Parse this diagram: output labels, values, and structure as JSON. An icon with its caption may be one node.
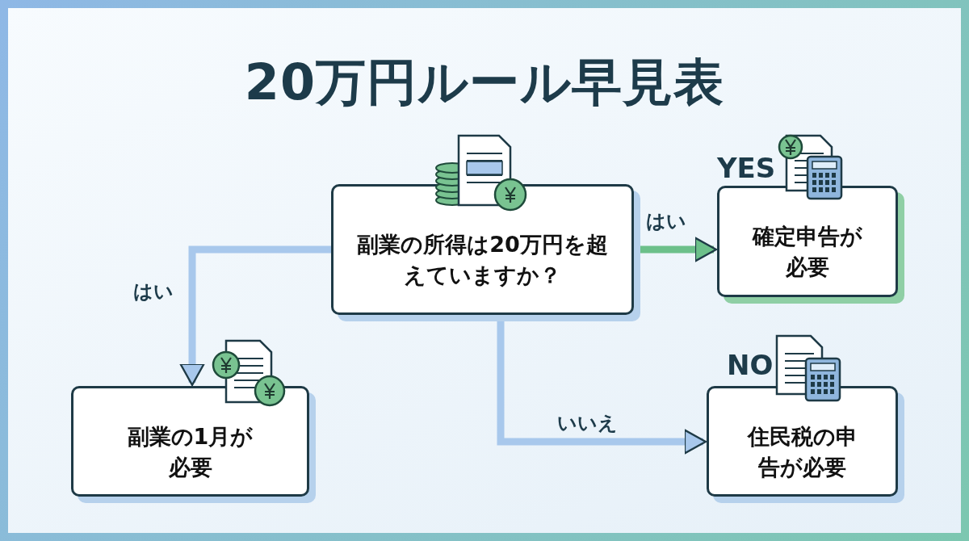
{
  "diagram": {
    "title": "20万円ルール早見表",
    "nodes": [
      {
        "text": [
          "副業の所得は20万円を超えていますか？"
        ]
      },
      {
        "text": [
          "確定申告が必要"
        ],
        "beside": [
          "YES"
        ]
      },
      {
        "text": [
          "副業の1月が必要"
        ]
      },
      {
        "text": [
          "住民税の申告が必要"
        ],
        "beside": [
          "NO"
        ]
      }
    ],
    "edges": [
      {
        "from": 0,
        "to": 1,
        "arrow": "to",
        "label": "はい",
        "color": "#6cc08a"
      },
      {
        "from": 0,
        "to": 2,
        "arrow": "to",
        "label": "はい"
      },
      {
        "from": 0,
        "to": 3,
        "arrow": "to",
        "label": "いいえ"
      }
    ]
  }
}
